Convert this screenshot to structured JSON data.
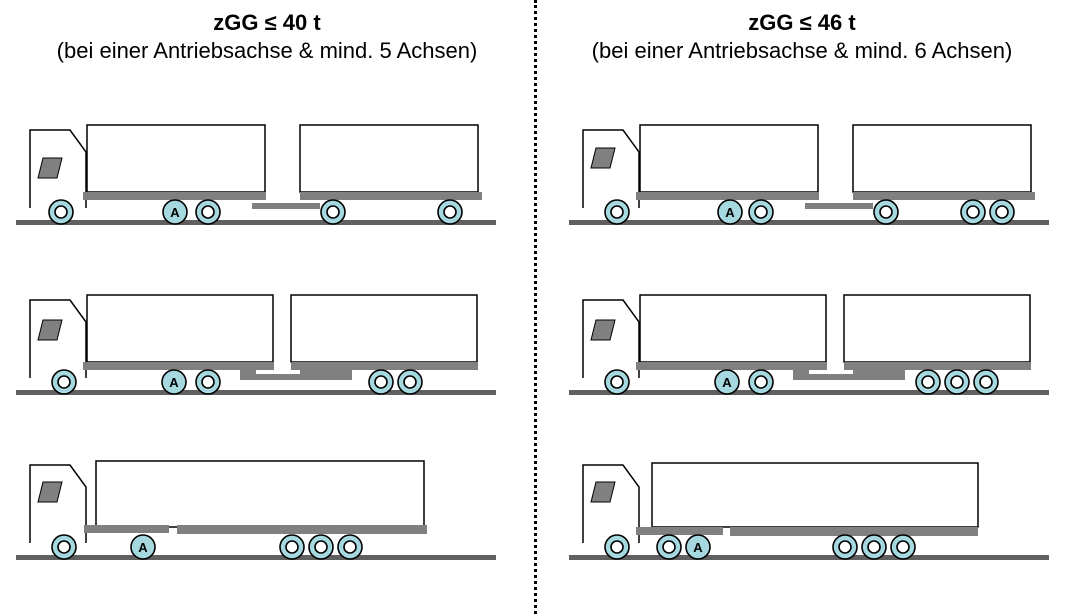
{
  "colors": {
    "chassis": "#808080",
    "road": "#606060",
    "wheel_fill": "#a6d8e0",
    "outline": "#000000"
  },
  "panels": [
    {
      "title": "zGG ≤ 40 t",
      "subtitle": "(bei einer Antriebsachse & mind. 5 Achsen)"
    },
    {
      "title": "zGG ≤ 46 t",
      "subtitle": "(bei einer Antriebsachse & mind. 6 Achsen)"
    }
  ],
  "drive_axle_label": "A"
}
